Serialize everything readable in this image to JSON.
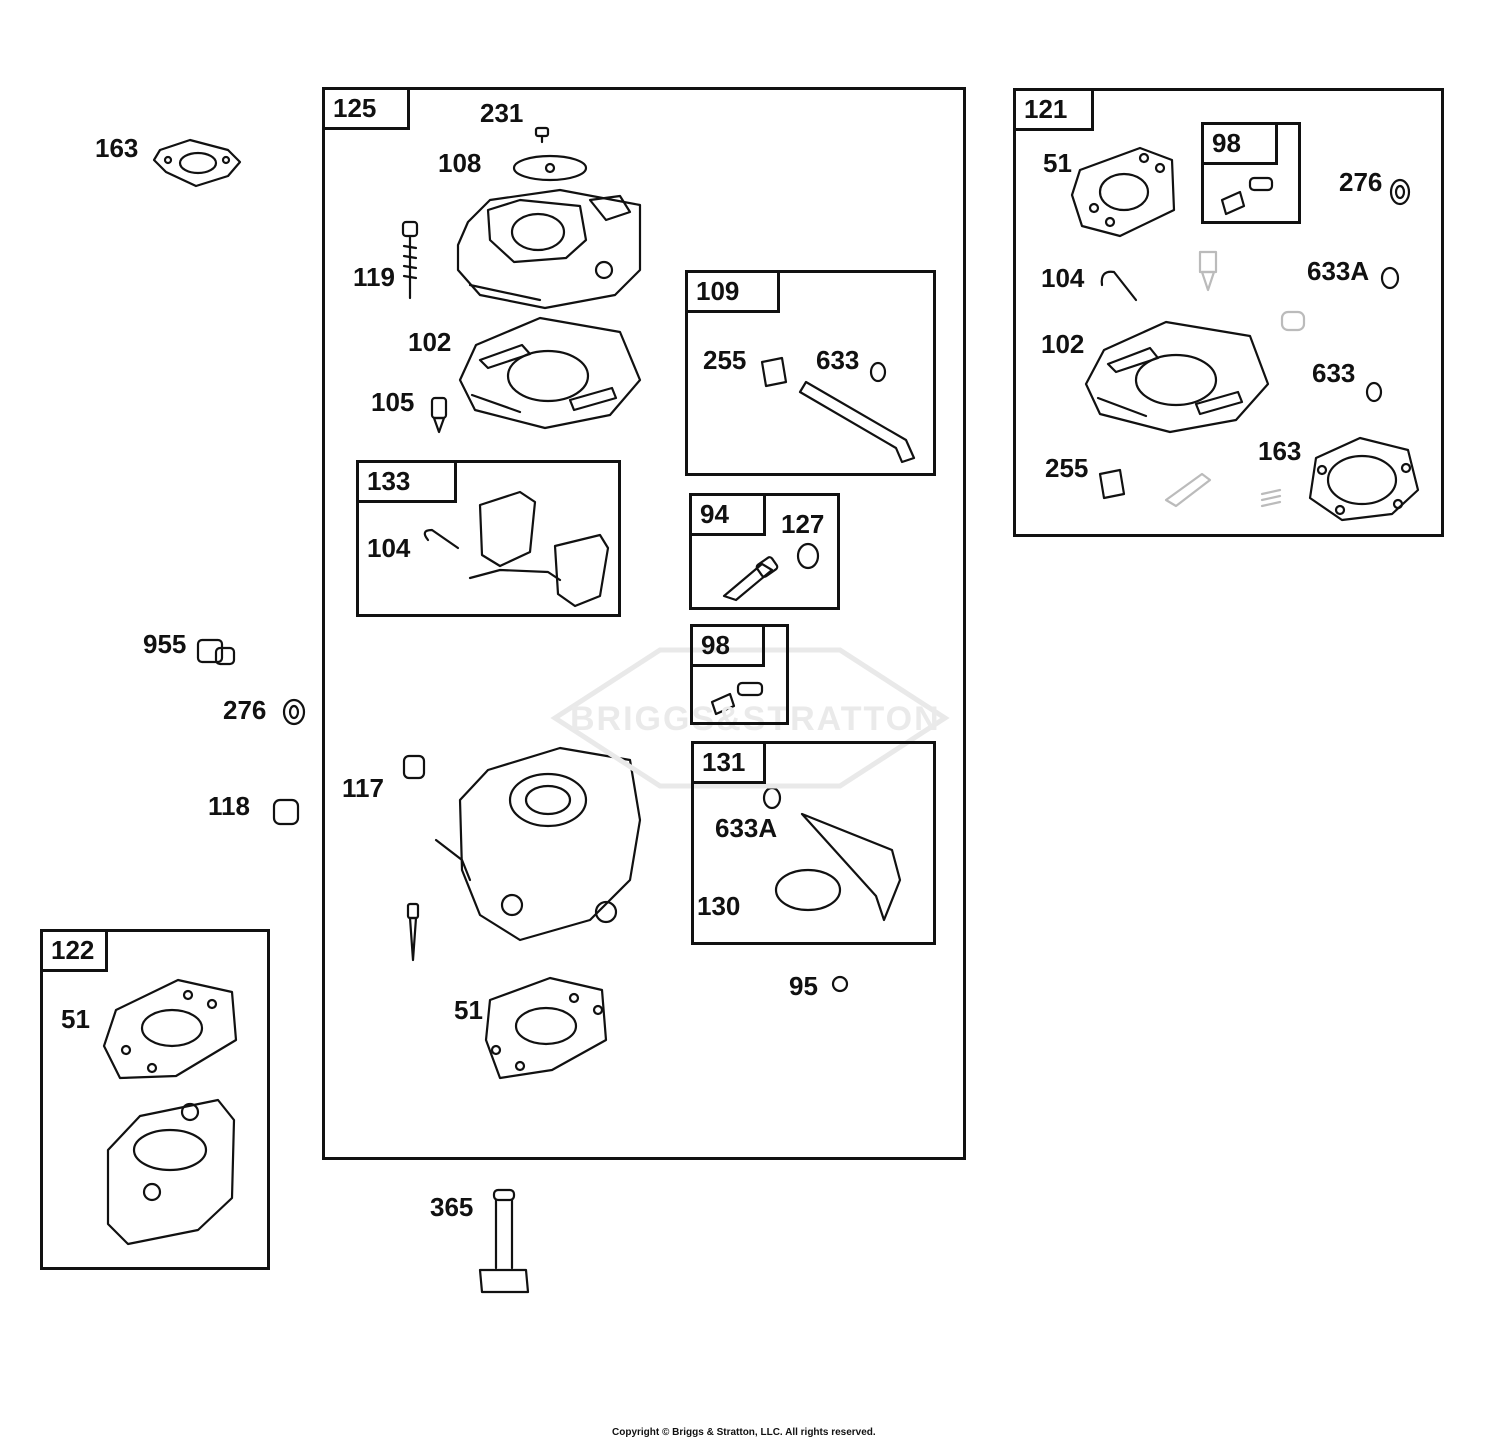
{
  "groups": [
    {
      "id": "125",
      "name": "group-125"
    },
    {
      "id": "121",
      "name": "group-121"
    },
    {
      "id": "109",
      "name": "group-109"
    },
    {
      "id": "133",
      "name": "group-133"
    },
    {
      "id": "94",
      "name": "group-94"
    },
    {
      "id": "98",
      "name": "group-98-main"
    },
    {
      "id": "131",
      "name": "group-131"
    },
    {
      "id": "122",
      "name": "group-122"
    },
    {
      "id": "98",
      "name": "group-98-kit"
    }
  ],
  "labels": {
    "p163_left": "163",
    "p955": "955",
    "p276_left": "276",
    "p118": "118",
    "p231": "231",
    "p108": "108",
    "p119": "119",
    "p102_main": "102",
    "p105": "105",
    "p104_main": "104",
    "p117": "117",
    "p51_main": "51",
    "p365": "365",
    "p51_left": "51",
    "p255_main": "255",
    "p633_main": "633",
    "p127": "127",
    "p633a_main": "633A",
    "p130": "130",
    "p95": "95",
    "p51_kit": "51",
    "p276_kit": "276",
    "p104_kit": "104",
    "p633a_kit": "633A",
    "p102_kit": "102",
    "p633_kit": "633",
    "p255_kit": "255",
    "p163_kit": "163"
  },
  "watermark": "BRIGGS&STRATTON",
  "copyright": "Copyright © Briggs & Stratton, LLC. All rights reserved."
}
